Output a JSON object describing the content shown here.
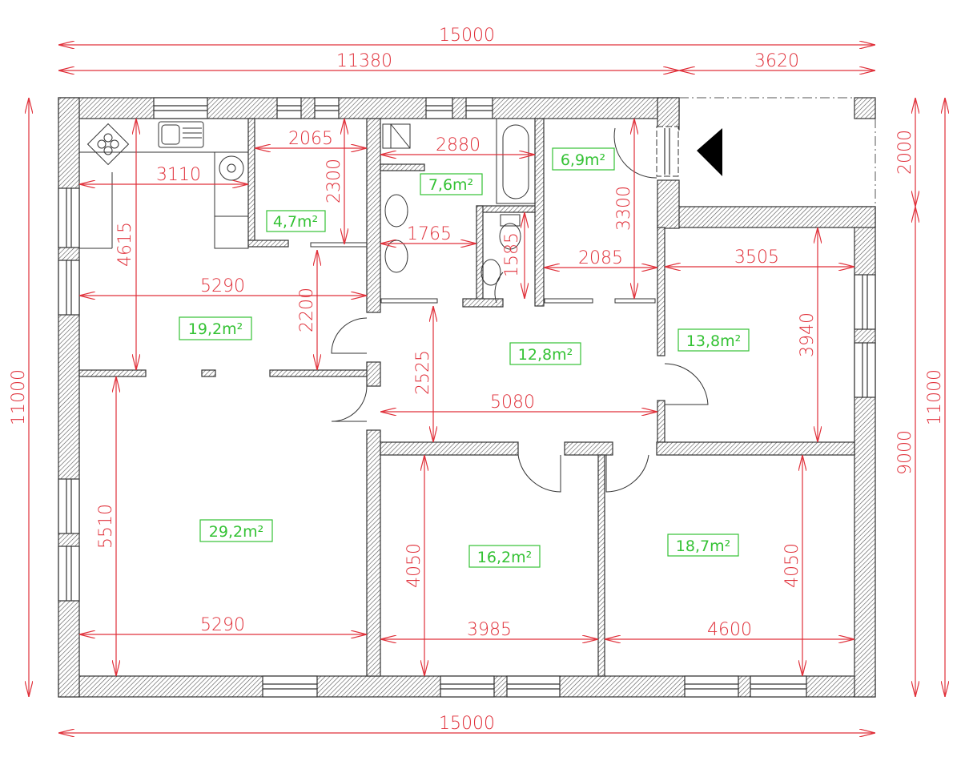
{
  "plan": {
    "overall": {
      "width_top": "15000",
      "width_bottom": "15000",
      "segment_main": "11380",
      "segment_porch": "3620",
      "height_left": "11000",
      "height_right": "11000",
      "height_main_right": "9000",
      "porch_depth": "2000"
    },
    "rooms": [
      {
        "id": "kitchen",
        "area": "19,2m²",
        "dims": [
          "3110",
          "4615",
          "5290",
          "2200"
        ]
      },
      {
        "id": "pantry",
        "area": "4,7m²",
        "dims": [
          "2065",
          "2300"
        ]
      },
      {
        "id": "bathroom",
        "area": "7,6m²",
        "dims": [
          "2880",
          "1765"
        ]
      },
      {
        "id": "wc",
        "area": "",
        "dims": [
          "1585"
        ]
      },
      {
        "id": "entry",
        "area": "6,9m²",
        "dims": [
          "3300",
          "2085"
        ]
      },
      {
        "id": "hall",
        "area": "12,8m²",
        "dims": [
          "2525",
          "5080"
        ]
      },
      {
        "id": "bedroom-ne",
        "area": "13,8m²",
        "dims": [
          "3505",
          "3940"
        ]
      },
      {
        "id": "living",
        "area": "29,2m²",
        "dims": [
          "5510",
          "5290"
        ]
      },
      {
        "id": "bedroom-s1",
        "area": "16,2m²",
        "dims": [
          "4050",
          "3985"
        ]
      },
      {
        "id": "bedroom-s2",
        "area": "18,7m²",
        "dims": [
          "4050",
          "4600"
        ]
      }
    ],
    "colors": {
      "dimension": "#e0303a",
      "area": "#34c234",
      "wall": "#333333"
    }
  }
}
